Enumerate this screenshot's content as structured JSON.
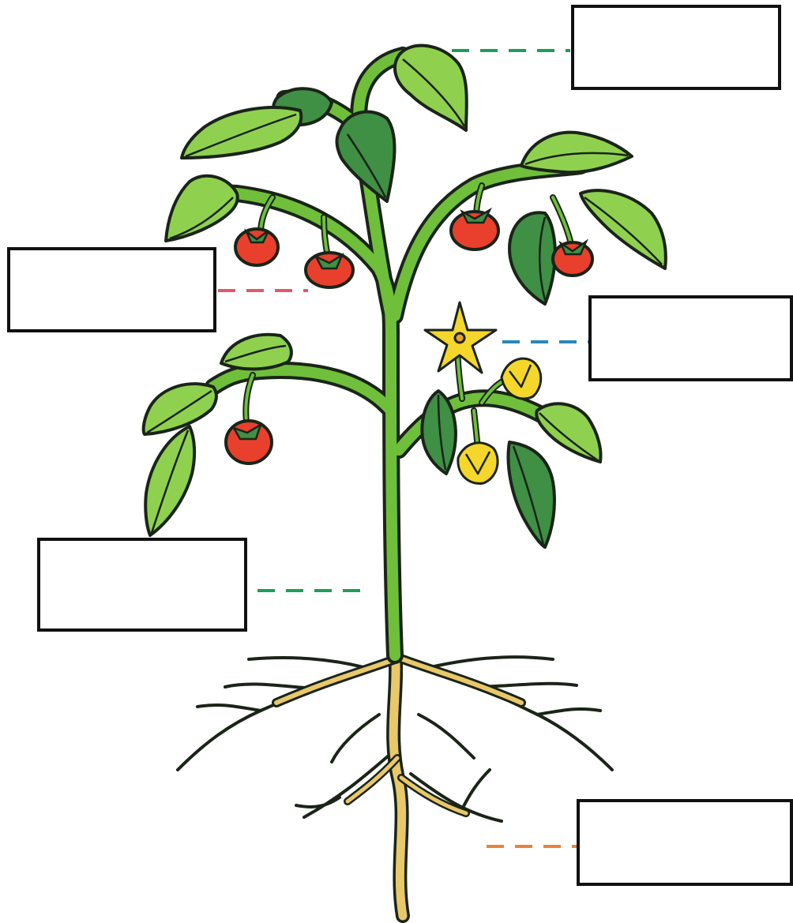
{
  "colors": {
    "background": "#ffffff",
    "outline": "#1a2418",
    "stem": "#6fbf3a",
    "leaf_light": "#8fd14f",
    "leaf_dark": "#3f8f45",
    "fruit": "#e8402c",
    "flower": "#f5d62a",
    "root": "#e9c86a",
    "leader_leaf": "#1e9e5a",
    "leader_fruit": "#e05a6a",
    "leader_flower": "#2a86b8",
    "leader_stem": "#1e9e5a",
    "leader_root": "#e8843a"
  },
  "labels": [
    {
      "id": "leaf",
      "text": "",
      "leader_color": "#1e9e5a"
    },
    {
      "id": "fruit",
      "text": "",
      "leader_color": "#e05a6a"
    },
    {
      "id": "flower",
      "text": "",
      "leader_color": "#2a86b8"
    },
    {
      "id": "stem",
      "text": "",
      "leader_color": "#1e9e5a"
    },
    {
      "id": "root",
      "text": "",
      "leader_color": "#e8843a"
    }
  ]
}
